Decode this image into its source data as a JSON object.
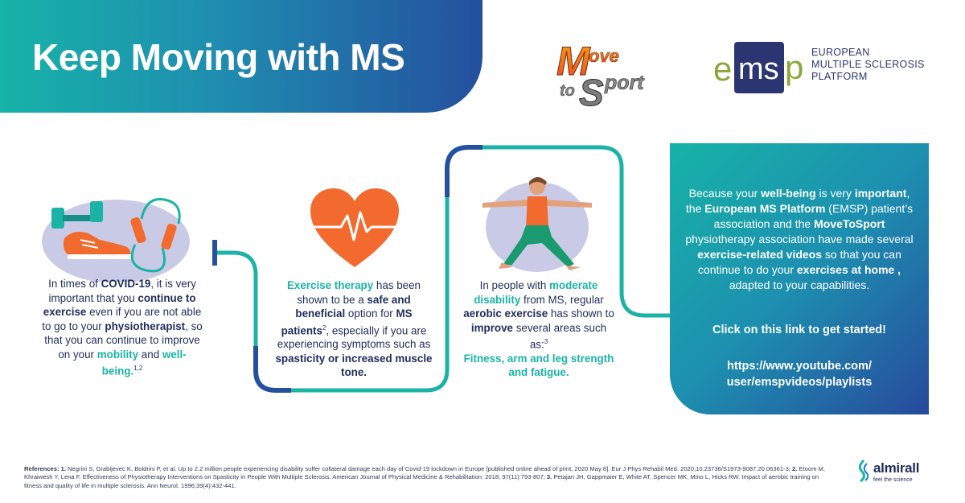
{
  "header": {
    "title": "Keep Moving with MS"
  },
  "logos": {
    "movetosport": {
      "line1_a": "M",
      "line1_b": "ove",
      "line2_a": "to",
      "line2_b": "S",
      "line2_c": "port"
    },
    "emsp": {
      "mark_e": "e",
      "mark_ms": "ms",
      "mark_p": "p",
      "line1": "EUROPEAN",
      "line2": "MULTIPLE SCLEROSIS",
      "line3": "PLATFORM"
    }
  },
  "block1": {
    "t1": "In times of ",
    "b1": "COVID-19",
    "t2": ", it is very important that you ",
    "b2": "continue to exercise",
    "t3": " even if you are not able to go to your ",
    "b3": "physiotherapist",
    "t4": ", so that you can continue to improve on your ",
    "b4": "mobility",
    "t5": " and ",
    "b5": "well-being.",
    "sup": "1,2"
  },
  "block2": {
    "b1": "Exercise therapy",
    "t1": " has been shown to be a ",
    "b2": "safe and beneficial",
    "t2": " option for ",
    "b3": "MS patients",
    "sup": "2",
    "t3": ", especially if you are experiencing symptoms such as ",
    "b4": "spasticity or increased muscle tone."
  },
  "block3": {
    "t1": "In people with ",
    "b1": "moderate disability",
    "t2": " from MS, regular ",
    "b2": "aerobic exercise",
    "t3": " has shown to ",
    "b3": "improve",
    "t4": " several areas such as:",
    "sup": "3",
    "b4": "Fitness, arm and leg strength and fatigue."
  },
  "panel": {
    "t1": "Because your ",
    "b1": "well-being",
    "t2": " is very ",
    "b2": "important",
    "t3": ", the ",
    "b3": "European MS Platform",
    "t4": " (EMSP) patient’s association and the ",
    "b4": "MoveToSport",
    "t5": " physiotherapy association have made several ",
    "b5": "exercise-related videos",
    "t6": " so that you can continue to do your ",
    "b6": "exercises at home ,",
    "t7": "  adapted to your capabilities.",
    "cta": "Click on this link to get started!",
    "link_line1": "https://www.youtube.com/",
    "link_line2": "user/emspvideos/playlists"
  },
  "references": {
    "label": "References: ",
    "n1": "1.",
    "r1": " Negrini S, Grabljevec K, Boldrini P, et al. Up to 2.2 million people experiencing disability suffer collateral damage each day of Covid-19 lockdown in Europe [published online ahead of print, 2020 May 8]. Eur J Phys Rehabil Med. 2020;10.23736/S1973-9087.20.06361-3; ",
    "n2": "2.",
    "r2": " Etoom M, Khraiwesh Y, Lena F. Effectiveness of Physiotherapy Interventions on Spasticity in People With Multiple Sclerosis. American Journal of Physical Medicine & Rehabilitation: 2018; 97(11):793-807; ",
    "n3": "3.",
    "r3": " Petajan JH, Gappmaier E, White AT, Spencer MK, Mino L, Hicks RW. Impact of aerobic training on fitness and quality of life in multiple sclerosis. Ann Neurol. 1996;39(4):432-441."
  },
  "footer_logo": {
    "name": "almirall",
    "tagline": "feel the science"
  },
  "colors": {
    "teal": "#1ab3a6",
    "navy": "#1e2d5c",
    "blue": "#24509e",
    "orange": "#f26a2e",
    "lavender": "#c9cbe6"
  }
}
